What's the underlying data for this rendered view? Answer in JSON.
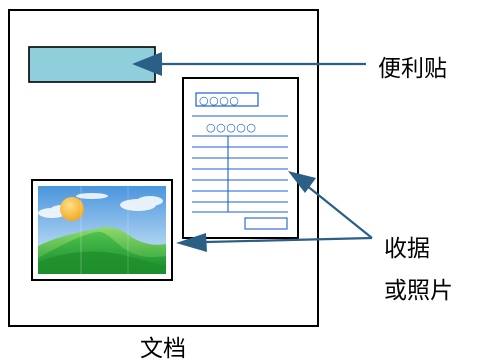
{
  "labels": {
    "sticky_note": "便利贴",
    "receipt_line1": "收据",
    "receipt_line2": "或照片",
    "document": "文档"
  },
  "receipt_marks": {
    "row1": "○○○○",
    "row2": "○○○○○"
  },
  "colors": {
    "sticky_note_fill": "#8ecfdb",
    "arrow": "#2b5f86",
    "receipt_lines": "#1f5fd0",
    "sky": "#5aa7e6",
    "sun": "#f4b128",
    "hills": "#2fae3a"
  }
}
